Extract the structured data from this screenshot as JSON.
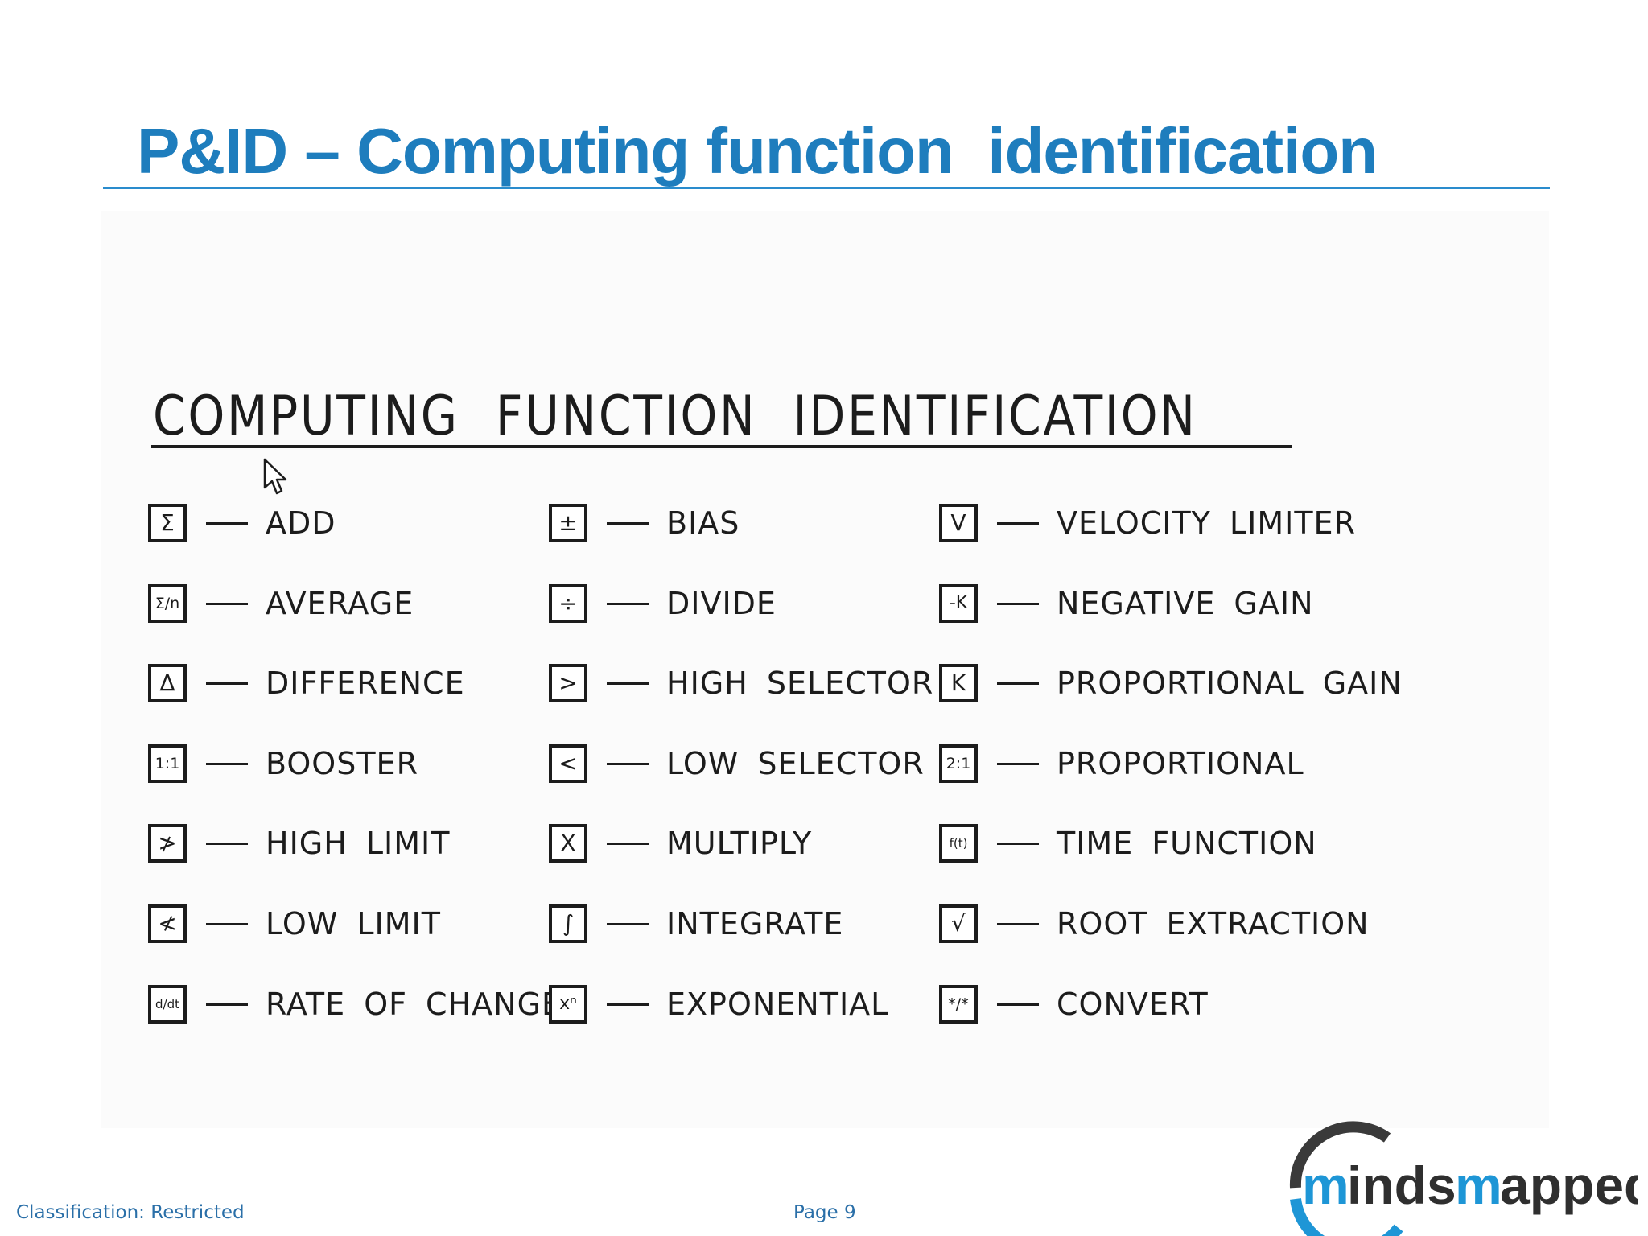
{
  "slide": {
    "title": "P&ID – Computing function  identification"
  },
  "figure": {
    "title": "COMPUTING FUNCTION IDENTIFICATION",
    "columns": [
      [
        {
          "symbol": "Σ",
          "icon": "sigma-add-icon",
          "label": "ADD"
        },
        {
          "symbol": "Σ/n",
          "icon": "sigma-average-icon",
          "label": "AVERAGE"
        },
        {
          "symbol": "Δ",
          "icon": "delta-difference-icon",
          "label": "DIFFERENCE"
        },
        {
          "symbol": "1:1",
          "icon": "booster-ratio-icon",
          "label": "BOOSTER"
        },
        {
          "symbol": "≯",
          "icon": "high-limit-icon",
          "label": "HIGH LIMIT"
        },
        {
          "symbol": "≮",
          "icon": "low-limit-icon",
          "label": "LOW LIMIT"
        },
        {
          "symbol": "d/dt",
          "icon": "derivative-icon",
          "label": "RATE OF CHANGE"
        }
      ],
      [
        {
          "symbol": "±",
          "icon": "plus-minus-icon",
          "label": "BIAS"
        },
        {
          "symbol": "÷",
          "icon": "divide-icon",
          "label": "DIVIDE"
        },
        {
          "symbol": ">",
          "icon": "greater-than-icon",
          "label": "HIGH SELECTOR"
        },
        {
          "symbol": "<",
          "icon": "less-than-icon",
          "label": "LOW SELECTOR"
        },
        {
          "symbol": "X",
          "icon": "multiply-icon",
          "label": "MULTIPLY"
        },
        {
          "symbol": "∫",
          "icon": "integral-icon",
          "label": "INTEGRATE"
        },
        {
          "symbol": "xⁿ",
          "icon": "exponent-icon",
          "label": "EXPONENTIAL"
        }
      ],
      [
        {
          "symbol": "V",
          "icon": "velocity-limit-icon",
          "label": "VELOCITY LIMITER"
        },
        {
          "symbol": "-K",
          "icon": "negative-gain-icon",
          "label": "NEGATIVE GAIN"
        },
        {
          "symbol": "K",
          "icon": "gain-icon",
          "label": "PROPORTIONAL GAIN"
        },
        {
          "symbol": "2:1",
          "icon": "proportional-ratio-icon",
          "label": "PROPORTIONAL"
        },
        {
          "symbol": "f(t)",
          "icon": "time-function-icon",
          "label": "TIME FUNCTION"
        },
        {
          "symbol": "√",
          "icon": "root-icon",
          "label": "ROOT EXTRACTION"
        },
        {
          "symbol": "*/*",
          "icon": "convert-icon",
          "label": "CONVERT"
        }
      ]
    ]
  },
  "footer": {
    "classification": "Classification: Restricted",
    "page": "Page 9"
  },
  "logo": {
    "text": "mindsmapped",
    "colors": {
      "ring": "#3a3a3a",
      "accent": "#1e96d6",
      "text": "#2f2f2f"
    }
  },
  "colors": {
    "title": "#1e7dbd",
    "rule": "#2a8ccd",
    "footer": "#2a6fa8",
    "ink": "#1c1c1c"
  }
}
